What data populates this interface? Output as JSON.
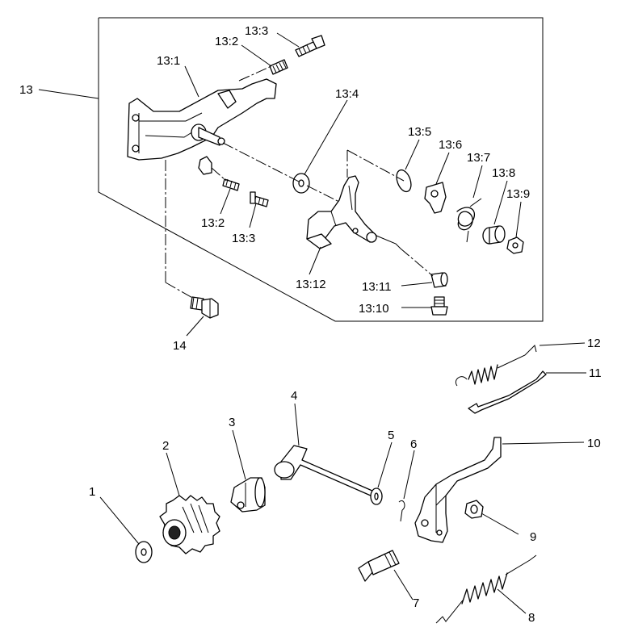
{
  "labels": {
    "p13": "13",
    "p13_1": "13:1",
    "p13_2a": "13:2",
    "p13_3a": "13:3",
    "p13_4": "13:4",
    "p13_5": "13:5",
    "p13_6": "13:6",
    "p13_7": "13:7",
    "p13_8": "13:8",
    "p13_9": "13:9",
    "p13_2b": "13:2",
    "p13_3b": "13:3",
    "p13_12": "13:12",
    "p13_11": "13:11",
    "p13_10": "13:10",
    "p14": "14",
    "p12": "12",
    "p11": "11",
    "p10": "10",
    "p1": "1",
    "p2": "2",
    "p3": "3",
    "p4": "4",
    "p5": "5",
    "p6": "6",
    "p7": "7",
    "p8": "8",
    "p9": "9"
  }
}
